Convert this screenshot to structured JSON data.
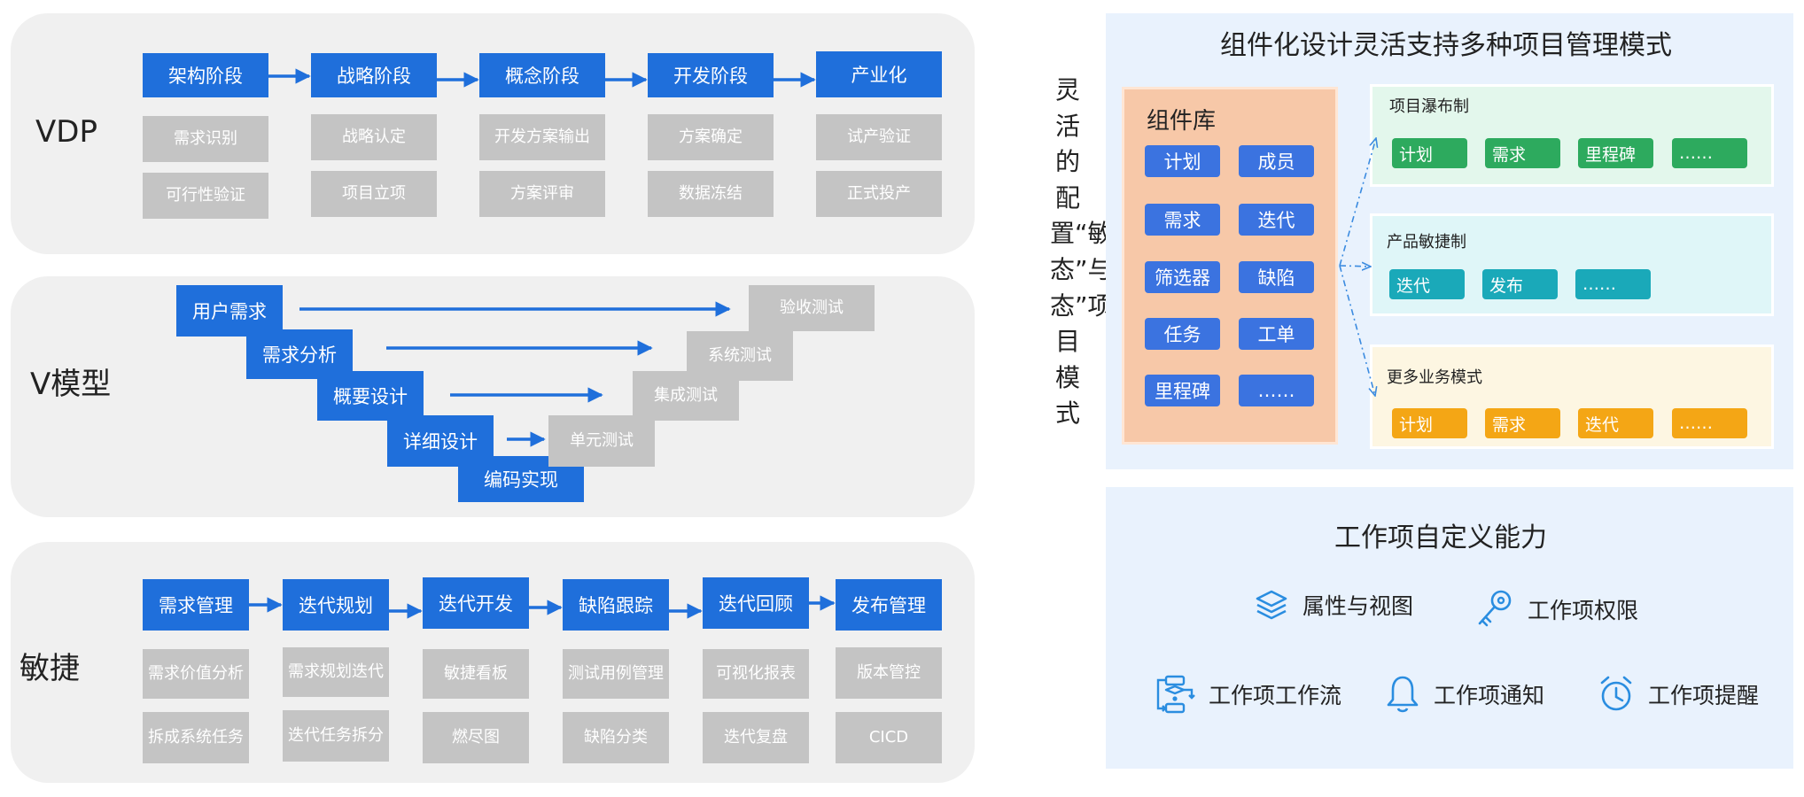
{
  "vdp": {
    "label": "VDP",
    "stages": [
      "架构阶段",
      "战略阶段",
      "概念阶段",
      "开发阶段",
      "产业化"
    ],
    "row1": [
      "需求识别",
      "战略认定",
      "开发方案输出",
      "方案确定",
      "试产验证"
    ],
    "row2": [
      "可行性验证",
      "项目立项",
      "方案评审",
      "数据冻结",
      "正式投产"
    ]
  },
  "vmodel": {
    "label": "V模型",
    "left": [
      "用户需求",
      "需求分析",
      "概要设计",
      "详细设计"
    ],
    "bottom": "编码实现",
    "right": [
      "验收测试",
      "系统测试",
      "集成测试",
      "单元测试"
    ]
  },
  "agile": {
    "label": "敏捷",
    "stages": [
      "需求管理",
      "迭代规划",
      "迭代开发",
      "缺陷跟踪",
      "迭代回顾",
      "发布管理"
    ],
    "row1": [
      [
        "需求价值",
        "分析"
      ],
      [
        "需求规划",
        "迭代"
      ],
      [
        "敏捷看板"
      ],
      [
        "测试用例",
        "管理"
      ],
      [
        "可视化报表"
      ],
      [
        "版本管控"
      ]
    ],
    "row2": [
      [
        "拆成系统",
        "任务"
      ],
      [
        "迭代任务",
        "拆分"
      ],
      [
        "燃尽图"
      ],
      [
        "缺陷分类"
      ],
      [
        "迭代复盘"
      ],
      [
        "CICD"
      ]
    ]
  },
  "vertical_text": "灵活的配置“敏态”与“稳态”项目模式",
  "component": {
    "title": "组件化设计灵活支持多种项目管理模式",
    "library_title": "组件库",
    "library_items": [
      "计划",
      "成员",
      "需求",
      "迭代",
      "筛选器",
      "缺陷",
      "任务",
      "工单",
      "里程碑",
      "……"
    ],
    "modes": [
      {
        "title": "项目瀑布制",
        "items": [
          "计划",
          "需求",
          "里程碑",
          "……"
        ],
        "color": "#2daa5e"
      },
      {
        "title": "产品敏捷制",
        "items": [
          "迭代",
          "发布",
          "……"
        ],
        "color": "#1aa9b9"
      },
      {
        "title": "更多业务模式",
        "items": [
          "计划",
          "需求",
          "迭代",
          "……"
        ],
        "color": "#f4a615"
      }
    ]
  },
  "custom": {
    "title": "工作项自定义能力",
    "features": [
      {
        "label": "属性与视图",
        "icon": "layers-icon"
      },
      {
        "label": "工作项权限",
        "icon": "key-icon"
      },
      {
        "label": "工作项工作流",
        "icon": "workflow-icon"
      },
      {
        "label": "工作项通知",
        "icon": "bell-icon"
      },
      {
        "label": "工作项提醒",
        "icon": "alarm-clock-icon"
      }
    ],
    "icon_color": "#2a8de0"
  }
}
